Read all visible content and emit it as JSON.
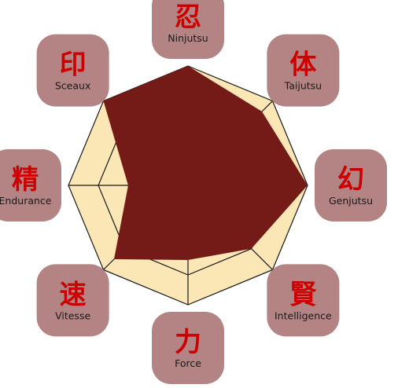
{
  "chart_data": {
    "type": "radar",
    "title": "",
    "max": 4,
    "grid_levels": 4,
    "colors": {
      "web_fill": "#fbe6b6",
      "web_stroke": "#1a1a1a",
      "area_fill": "#741a17",
      "badge_fill": "#b48383",
      "kanji": "#cc0000"
    },
    "axes": [
      {
        "kanji": "忍",
        "label": "Ninjutsu"
      },
      {
        "kanji": "体",
        "label": "Taijutsu"
      },
      {
        "kanji": "幻",
        "label": "Genjutsu"
      },
      {
        "kanji": "賢",
        "label": "Intelligence"
      },
      {
        "kanji": "力",
        "label": "Force"
      },
      {
        "kanji": "速",
        "label": "Vitesse"
      },
      {
        "kanji": "精",
        "label": "Endurance"
      },
      {
        "kanji": "印",
        "label": "Sceaux"
      }
    ],
    "series": [
      {
        "values": [
          4,
          3.5,
          4,
          3,
          2.5,
          3.5,
          2,
          4
        ]
      }
    ]
  }
}
